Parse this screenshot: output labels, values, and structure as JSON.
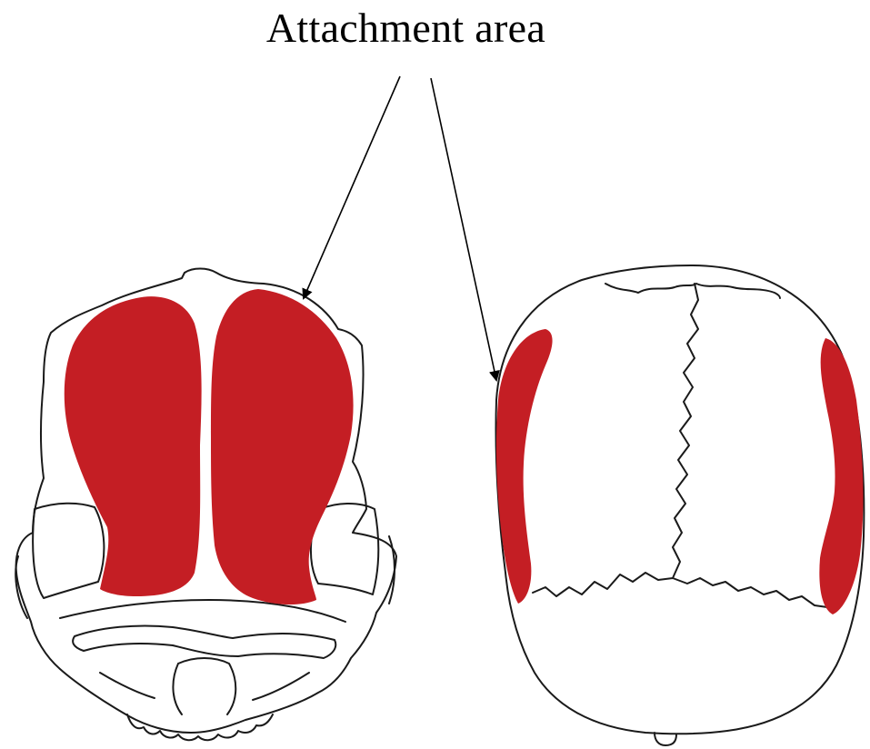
{
  "annotation": {
    "label": "Attachment area"
  },
  "colors": {
    "attachment_fill": "#C41E24",
    "outline": "#1a1a1a",
    "arrow": "#000000",
    "background": "#ffffff"
  },
  "figures": [
    {
      "view": "front-skull",
      "highlighted_regions": 2
    },
    {
      "view": "top-skull",
      "highlighted_regions": 2
    }
  ]
}
